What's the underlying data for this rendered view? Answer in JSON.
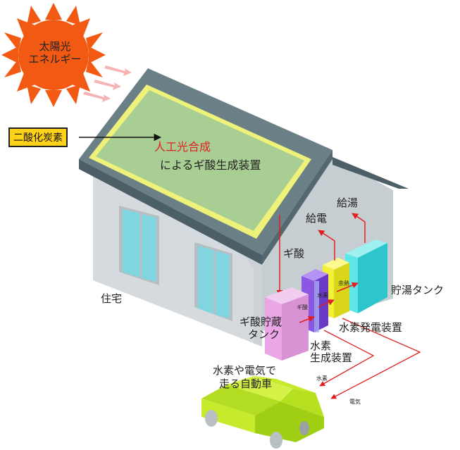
{
  "sun": {
    "line1": "太陽光",
    "line2": "エネルギー"
  },
  "co2_label": "二酸化炭素",
  "panel": {
    "line1": "人工光合成",
    "line2": "によるギ酸生成装置"
  },
  "formic_acid_label": "ギ酸",
  "house_label": "住宅",
  "storage_tank": {
    "line1": "ギ酸貯蔵",
    "line2": "タンク"
  },
  "tank_tags": {
    "formic": "ギ酸",
    "hydrogen": "水素",
    "surplus_heat": "余熱"
  },
  "hydrogen_generator": {
    "line1": "水素",
    "line2": "生成装置"
  },
  "fuel_cell_label": "水素発電装置",
  "hot_water_tank_label": "貯湯タンク",
  "power_supply_label": "給電",
  "hot_water_supply_label": "給湯",
  "car": {
    "line1": "水素や電気で",
    "line2": "走る自動車"
  },
  "flow_hydrogen": "水素",
  "flow_electricity": "電気",
  "colors": {
    "sun": "#f25a14",
    "roof": "#6a7f86",
    "panel": "#a9ce93",
    "panel_edge": "#eef27a",
    "wall": "#cfd6d9",
    "storage_tank": "#eaa6e6",
    "generator": "#8a56e2",
    "fuel_cell": "#f4f037",
    "hot_water_tank": "#3fd9dc",
    "car": "#c6ea2c",
    "arrow": "#e02020"
  }
}
